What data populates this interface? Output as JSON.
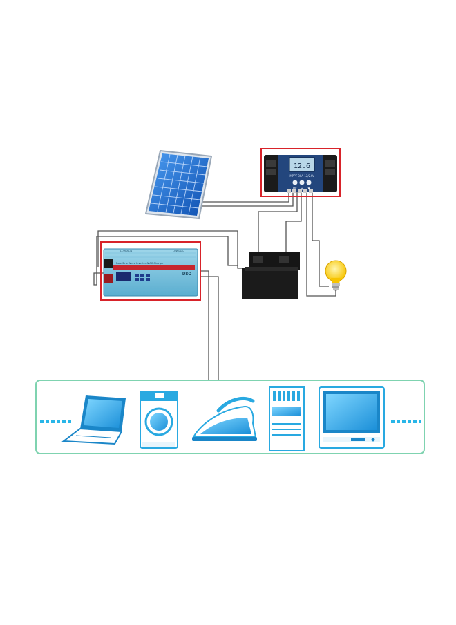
{
  "controller": {
    "display_value": "12.6",
    "model_text": "MPPT 30A 12/24V",
    "button_1": "OK",
    "button_2": "▲",
    "button_3": "▼"
  },
  "inverter": {
    "subtitle": "Pure Sine Wave Inverter & AC Charger",
    "brand": "DSO",
    "left_label": "LOW/AC/1",
    "right_label": "LOW/AC/2"
  },
  "colors": {
    "highlight_frame": "#d8232a",
    "load_border": "#7fd3b0",
    "wire": "#555555",
    "solar_blue": "#1e74d6",
    "appliance_blue": "#29a9e1",
    "battery": "#1a1a1a",
    "bulb": "#ffd21f"
  },
  "icons": {
    "panel": "solar-panel-icon",
    "controller": "charge-controller-icon",
    "inverter": "inverter-icon",
    "battery": "battery-icon",
    "bulb": "light-bulb-icon",
    "laptop": "laptop-icon",
    "washer": "washing-machine-icon",
    "iron": "iron-icon",
    "ac": "air-conditioner-icon",
    "tv": "tv-icon"
  }
}
